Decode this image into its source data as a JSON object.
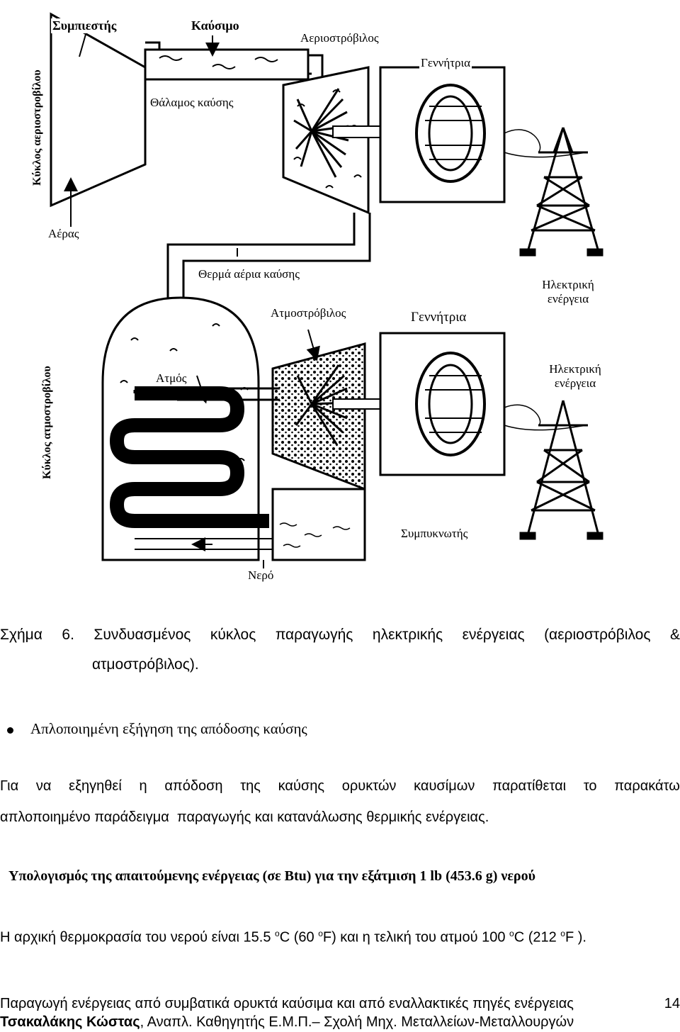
{
  "figure": {
    "labels": {
      "compressor": "Συμπιεστής",
      "fuel": "Καύσιμο",
      "gas_turbine": "Αεριοστρόβιλος",
      "generator_top": "Γεννήτρια",
      "combustion_chamber": "Θάλαμος καύσης",
      "air": "Αέρας",
      "hot_gases": "Θερμά αέρια καύσης",
      "steam_turbine": "Ατμοστρόβιλος",
      "generator_bottom": "Γεννήτρια",
      "electric_energy_top": "Ηλεκτρική ενέργεια",
      "electric_energy_bottom": "Ηλεκτρική ενέργεια",
      "steam": "Ατμός",
      "condenser": "Συμπυκνωτής",
      "water": "Νερό",
      "gas_cycle": "Κύκλος αεριοστροβίλου",
      "steam_cycle": "Κύκλος ατμοστροβίλου"
    }
  },
  "caption": {
    "line1_words": [
      "Σχήμα",
      "6.",
      "Συνδυασμένος",
      "κύκλος",
      "παραγωγής",
      "ηλεκτρικής",
      "ενέργειας",
      "(αεριοστρόβιλος",
      "&"
    ],
    "line2": "ατμοστρόβιλος)."
  },
  "bullet_heading": "Απλοποιημένη εξήγηση της απόδοσης καύσης",
  "paragraph": {
    "line1_words": [
      "Για",
      "να",
      "εξηγηθεί",
      "η",
      "απόδοση",
      "της",
      "καύσης",
      "ορυκτών",
      "καυσίμων",
      "παρατίθεται",
      "το",
      "παρακάτω"
    ],
    "line2": "απλοποιημένο παράδειγμα  παραγωγής και κατανάλωσης θερμικής ενέργειας."
  },
  "calc_heading": "Υπολογισμός της απαιτούμενης ενέργειας (σε Btu) για την εξάτμιση 1 lb (453.6 g) νερού",
  "temperature": {
    "t1": "Η αρχική θερμοκρασία του νερού είναι 15.5 ",
    "t2": "C (60 ",
    "t3": "F) και η τελική του ατμού 100 ",
    "t4": "C (212 ",
    "t5": "F ).",
    "degree_mark": "o"
  },
  "footer": {
    "line1": "Παραγωγή ενέργειας από συμβατικά ορυκτά καύσιμα και από εναλλακτικές πηγές ενέργειας",
    "page_number": "14",
    "author": "Τσακαλάκης Κώστας",
    "line2_rest": ", Αναπλ. Καθηγητής Ε.Μ.Π.– Σχολή Μηχ. Μεταλλείων-Μεταλλουργών"
  }
}
